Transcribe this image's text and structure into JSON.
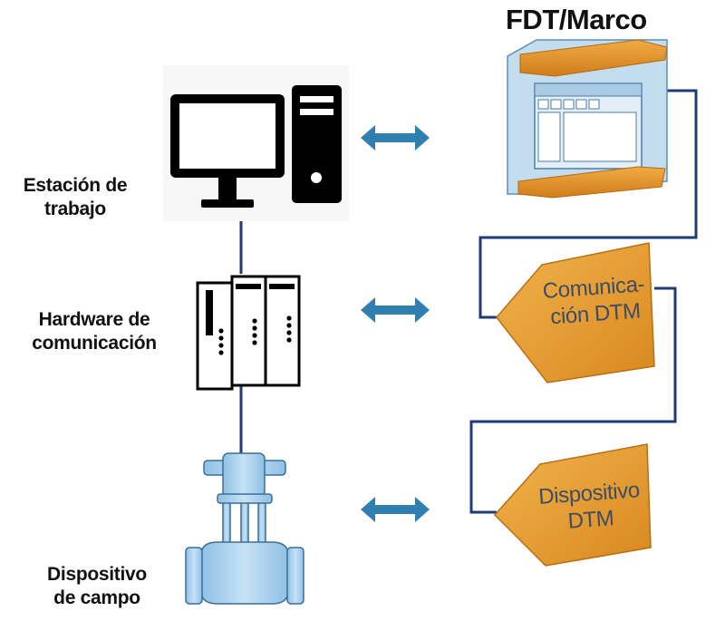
{
  "levels": [
    {
      "label_lines": [
        "Estación de",
        "trabajo"
      ]
    },
    {
      "label_lines": [
        "Hardware de",
        "comunicación"
      ]
    },
    {
      "label_lines": [
        "Dispositivo",
        "de campo"
      ]
    }
  ],
  "frame_title": "FDT/Marco",
  "comm_dtm": {
    "lines": [
      "Comunica-",
      "ción DTM"
    ]
  },
  "device_dtm": {
    "lines": [
      "Dispositivo",
      "DTM"
    ]
  },
  "colors": {
    "arrow_blue": "#2f7fb0",
    "connector_navy": "#1f3a78",
    "dtm_orange": "#e69a2e",
    "frame_light_blue": "#c3dcee",
    "valve_light_blue": "#a9d0ec",
    "label_text": "#111111",
    "dtm_text": "#3d4d63"
  },
  "icons": [
    "computer-monitor-icon",
    "pc-tower-icon",
    "communication-hardware-icon",
    "control-valve-icon",
    "fdt-frame-icon"
  ]
}
